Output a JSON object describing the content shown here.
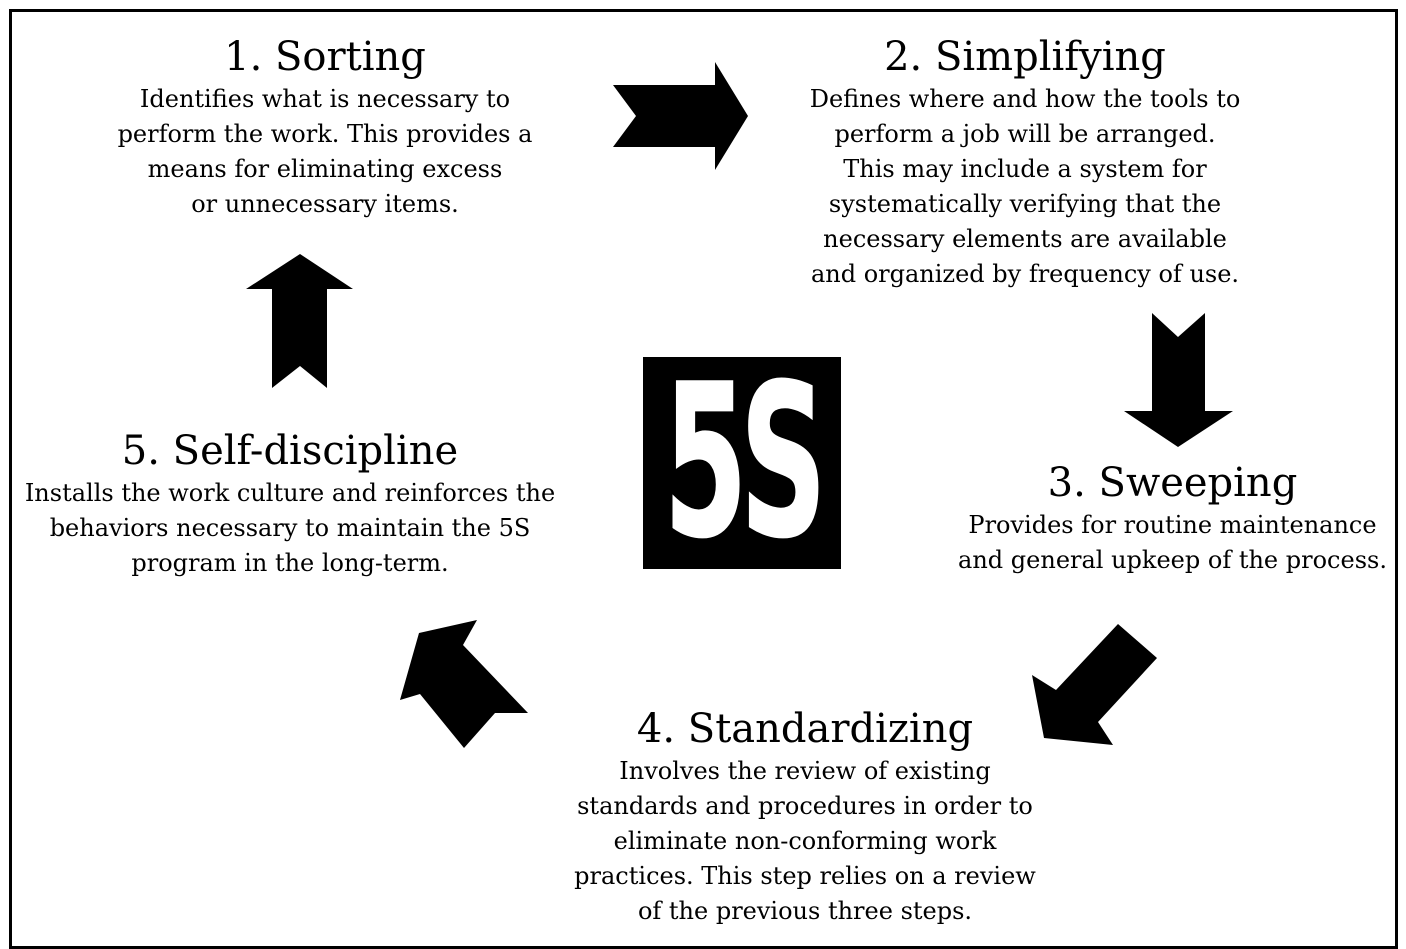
{
  "logo": {
    "text": "5S"
  },
  "steps": [
    {
      "title": "1. Sorting",
      "lines": [
        "Identifies what is necessary to",
        "perform the work. This provides a",
        "means for eliminating excess",
        "or unnecessary items."
      ]
    },
    {
      "title": "2. Simplifying",
      "lines": [
        "Defines where and how the tools to",
        "perform a job will be arranged.",
        "This may include a system for",
        "systematically verifying that the",
        "necessary elements are available",
        "and organized by frequency of use."
      ]
    },
    {
      "title": "3. Sweeping",
      "lines": [
        "Provides for routine maintenance",
        "and general upkeep of the process."
      ]
    },
    {
      "title": "4. Standardizing",
      "lines": [
        "Involves the review of existing",
        "standards and procedures in order to",
        "eliminate non-conforming work",
        "practices. This step relies on a review",
        "of the previous three steps."
      ]
    },
    {
      "title": "5. Self-discipline",
      "lines": [
        "Installs the work culture and reinforces the",
        "behaviors necessary to maintain the 5S",
        "program in the long-term."
      ]
    }
  ],
  "colors": {
    "ink": "#000000",
    "background": "#ffffff"
  }
}
